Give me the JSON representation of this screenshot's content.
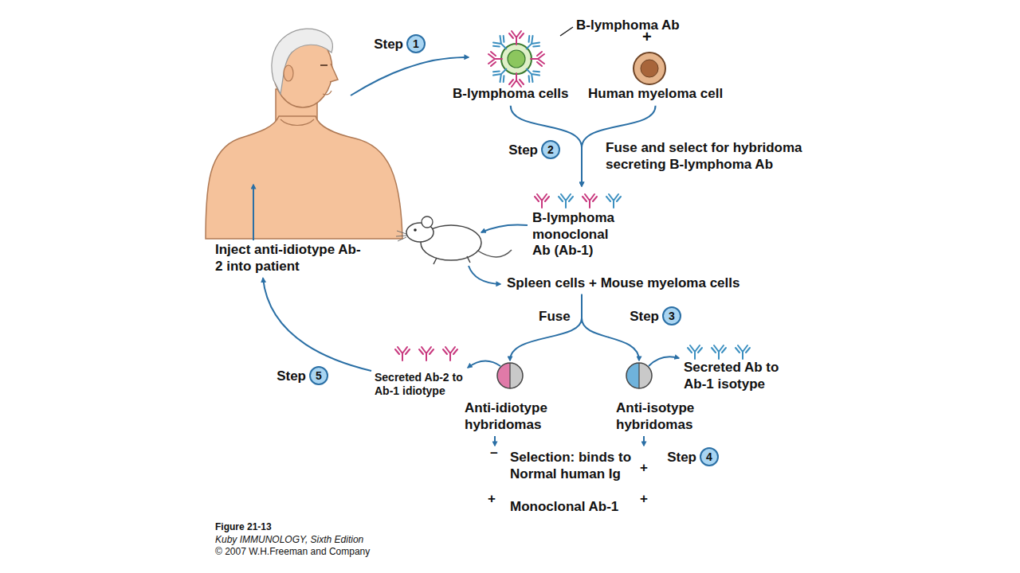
{
  "diagram": {
    "nodes": [
      {
        "text": [
          "Step",
          "1"
        ]
      },
      {
        "text": [
          "B-lymphoma cells"
        ]
      },
      {
        "text": [
          "Human myeloma cell"
        ]
      },
      {
        "text": [
          "Step",
          "2"
        ]
      },
      {
        "text": [
          "B-lymphoma monoclonal Ab (Ab-1)"
        ]
      },
      {
        "text": [
          "Spleen cells + Mouse myeloma cells"
        ]
      },
      {
        "text": [
          "Step",
          "3"
        ]
      },
      {
        "text": [
          "Anti-idiotype hybridomas"
        ]
      },
      {
        "text": [
          "Anti-isotype hybridomas"
        ]
      },
      {
        "text": [
          "Secreted Ab-2 to Ab-1 idiotype"
        ]
      },
      {
        "text": [
          "Secreted Ab to Ab-1 isotype"
        ]
      },
      {
        "text": [
          "Step",
          "4"
        ]
      },
      {
        "text": [
          "Step",
          "5"
        ]
      },
      {
        "text": [
          "Inject anti-idiotype Ab-2 into patient"
        ]
      }
    ],
    "edges": [
      {
        "from": 1,
        "to": 4,
        "arrow": "to"
      },
      {
        "from": 2,
        "to": 4,
        "arrow": "to"
      },
      {
        "from": 5,
        "to": 7,
        "arrow": "to"
      },
      {
        "from": 5,
        "to": 8,
        "arrow": "to"
      },
      {
        "from": 7,
        "to": 9,
        "arrow": "to"
      },
      {
        "from": 8,
        "to": 10,
        "arrow": "to"
      },
      {
        "from": 9,
        "to": 13,
        "arrow": "to"
      }
    ],
    "labels": [
      "B-lymphoma Ab",
      "+",
      "Fuse and select for hybridoma secreting B-lymphoma Ab",
      "Fuse",
      "−",
      "Selection: binds to Normal human Ig",
      "+",
      "+",
      "Monoclonal Ab-1",
      "+",
      "Figure 21-13",
      "Kuby IMMUNOLOGY, Sixth Edition",
      "© 2007 W.H.Freeman and Company"
    ]
  }
}
